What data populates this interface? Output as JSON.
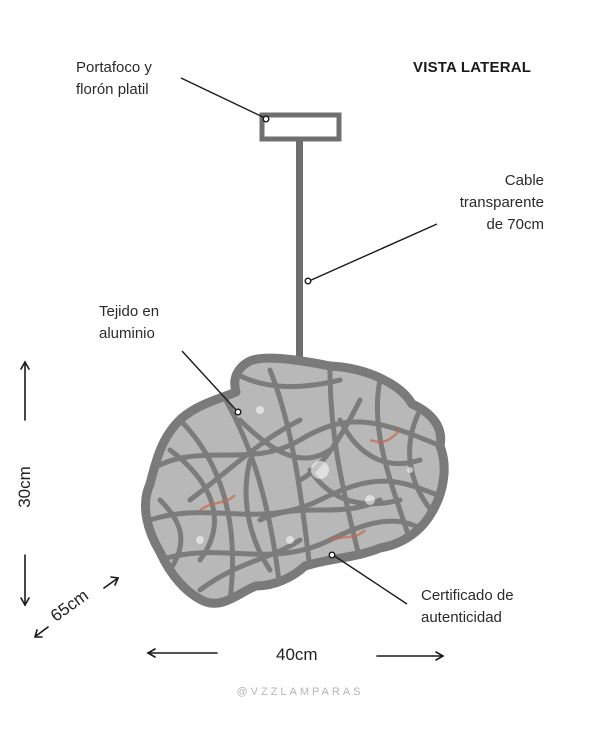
{
  "header": {
    "title": "VISTA LATERAL"
  },
  "labels": {
    "socket": [
      "Portafoco y",
      "florón platil"
    ],
    "cable": [
      "Cable",
      "transparente",
      "de 70cm"
    ],
    "weave": [
      "Tejido en",
      "aluminio"
    ],
    "certificate": [
      "Certificado de",
      "autenticidad"
    ]
  },
  "dimensions": {
    "height": "30cm",
    "depth": "65cm",
    "width": "40cm"
  },
  "watermark": "@VZZLAMPARAS",
  "colors": {
    "frame": "#6e6e6e",
    "lamp_fill": "#9a9a9a",
    "accent_copper": "#c46a50",
    "line": "#1a1a1a"
  }
}
